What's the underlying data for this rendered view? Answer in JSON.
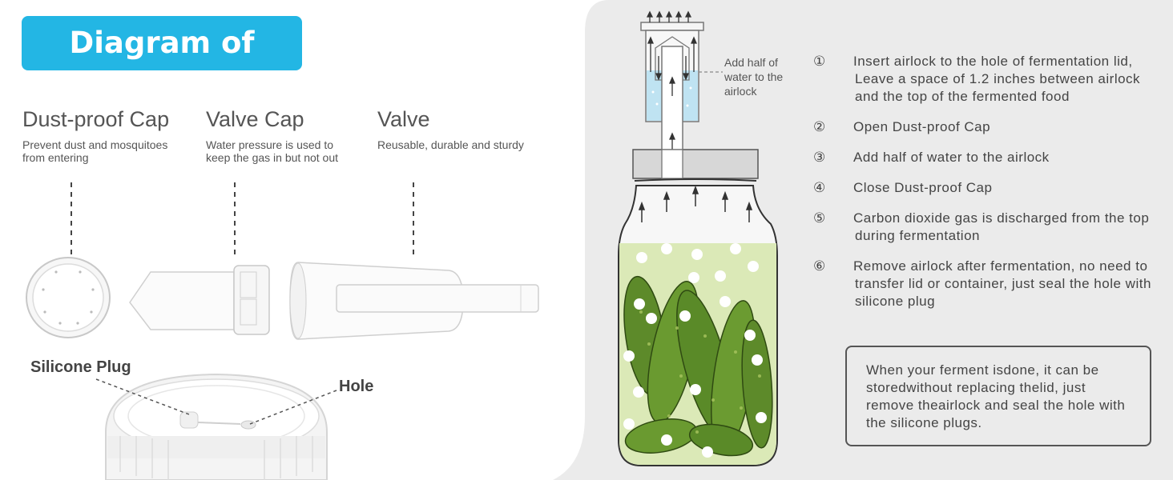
{
  "title": "Diagram of Airlock",
  "parts": [
    {
      "heading": "Dust-proof Cap",
      "desc_lines": [
        "Prevent dust and mosquitoes",
        "from entering"
      ]
    },
    {
      "heading": "Valve Cap",
      "desc_lines": [
        "Water pressure is used to",
        "keep the gas in but not out"
      ]
    },
    {
      "heading": "Valve",
      "desc_lines": [
        "Reusable, durable and sturdy"
      ]
    }
  ],
  "labels": {
    "silicone_plug": "Silicone Plug",
    "hole": "Hole",
    "add_water": [
      "Add half of",
      "water to the",
      "airlock"
    ]
  },
  "steps": [
    {
      "num": "①",
      "text": "Insert airlock to the hole of fermentation lid, Leave a space of 1.2 inches between airlock and the top of the fermented food"
    },
    {
      "num": "②",
      "text": "Open Dust-proof Cap"
    },
    {
      "num": "③",
      "text": "Add half of water to the airlock"
    },
    {
      "num": "④",
      "text": "Close Dust-proof Cap"
    },
    {
      "num": "⑤",
      "text": "Carbon dioxide gas is discharged from the top during fermentation"
    },
    {
      "num": "⑥",
      "text": "Remove airlock after fermentation, no need to transfer lid or container, just seal the hole with silicone plug"
    }
  ],
  "note": "When your ferment isdone, it can be storedwithout replacing thelid, just remove theairlock and seal the hole with the silicone plugs.",
  "colors": {
    "accent": "#23b6e4",
    "panel": "#ebebeb",
    "pickle": "#5d8a2a",
    "liquid": "#dbe9b7",
    "water": "#bfe3f2"
  }
}
